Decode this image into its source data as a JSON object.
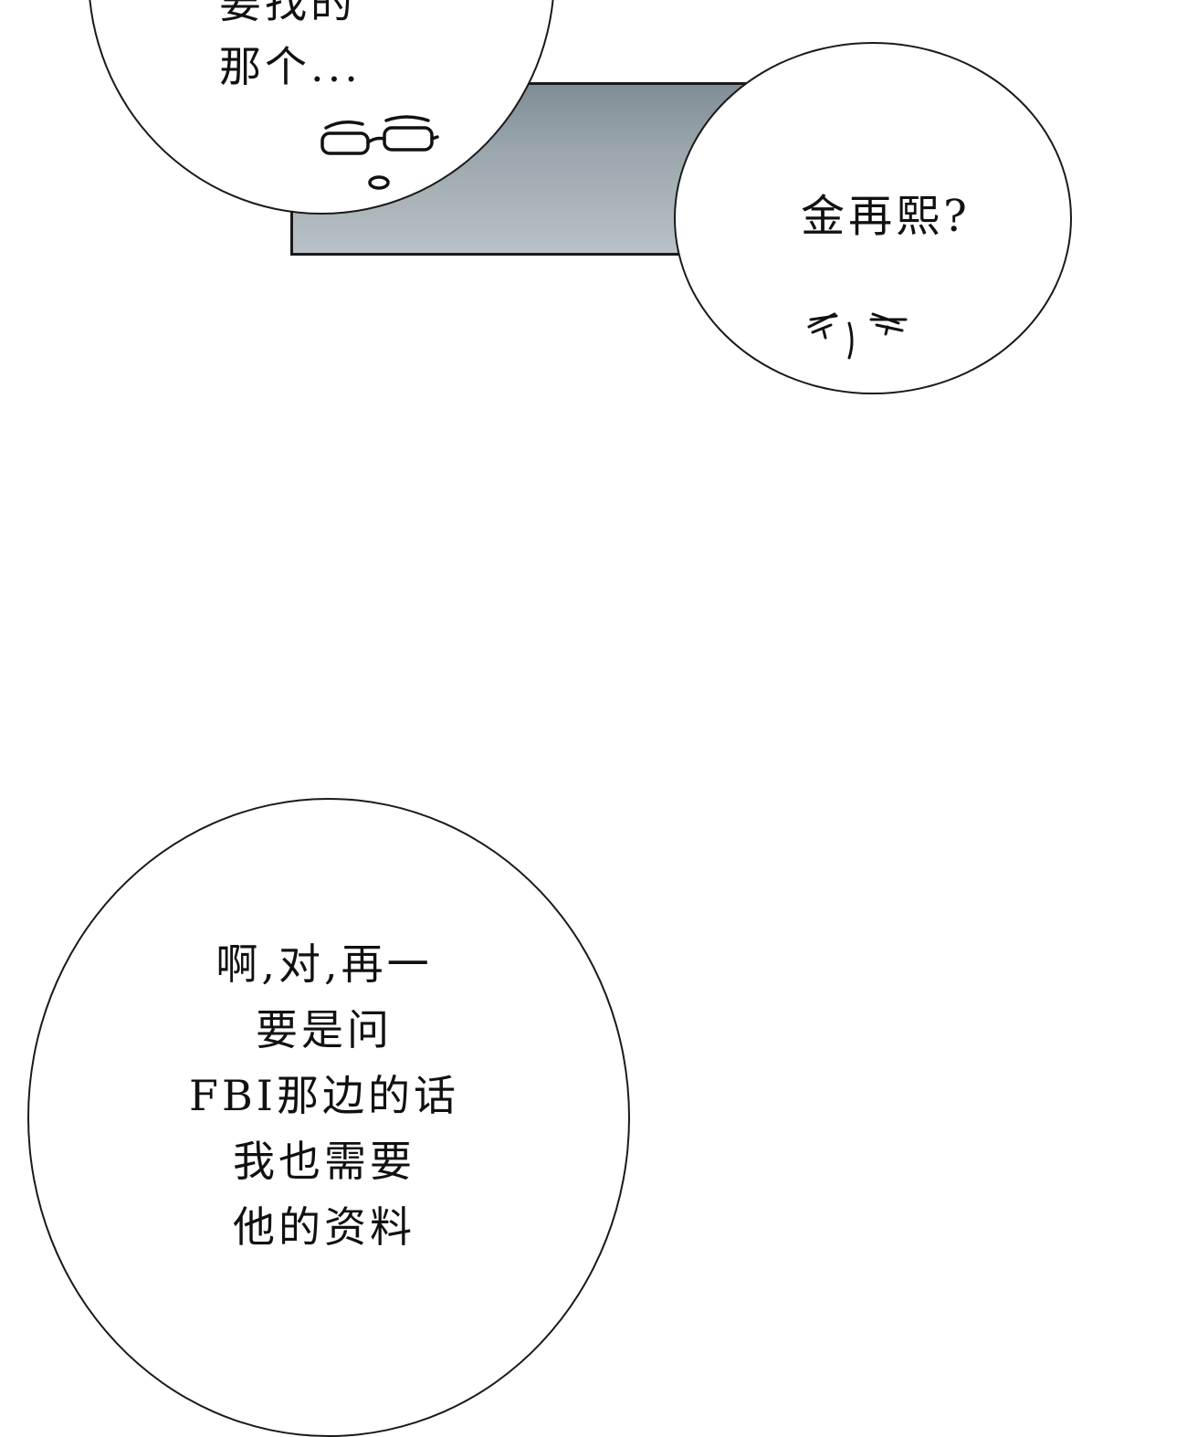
{
  "bubbles": {
    "top": {
      "lines": [
        "要找的",
        "那个..."
      ]
    },
    "right": {
      "lines": [
        "金再熙?"
      ]
    },
    "bottom": {
      "lines": [
        "啊,对,再一",
        "要是问",
        "FBI那边的话",
        "我也需要",
        "他的资料"
      ]
    }
  },
  "icons": {
    "glasses_face": "glasses-face-icon",
    "squint_face": "squint-eyes-face-icon"
  },
  "colors": {
    "panel_gradient_top": "#7f8d95",
    "panel_gradient_bottom": "#b8c1c6",
    "outline": "#1a1a1a",
    "bubble_fill": "#ffffff"
  }
}
